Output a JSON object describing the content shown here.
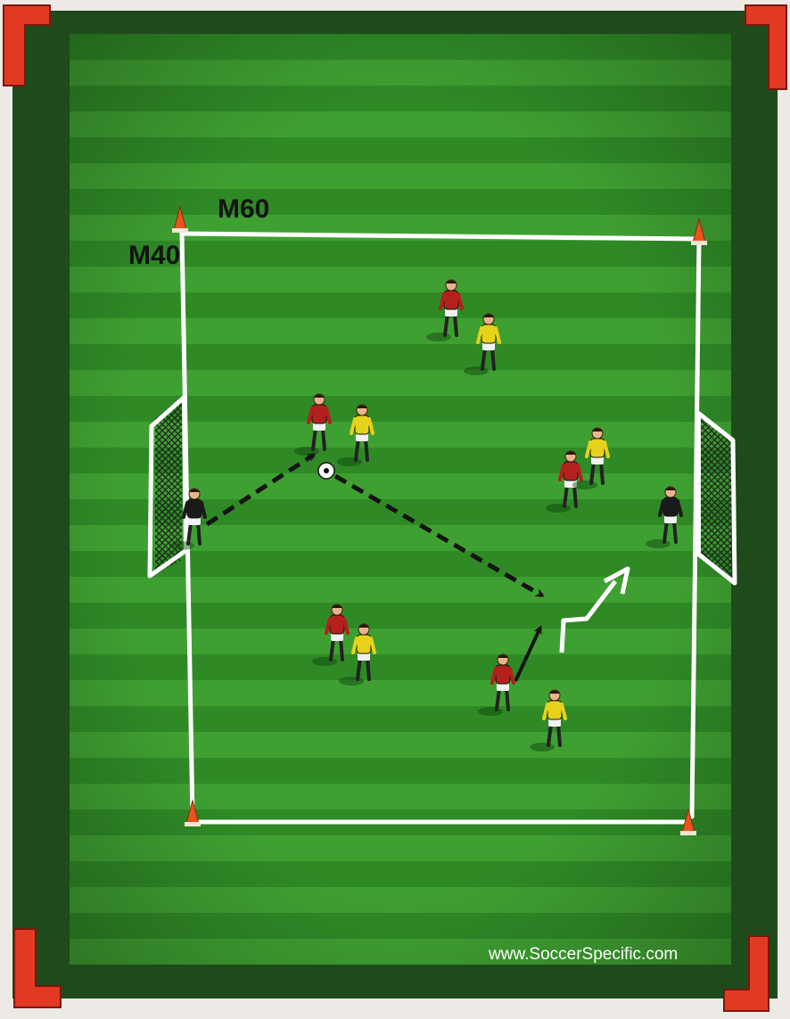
{
  "diagram": {
    "dimension_labels": {
      "length": "M60",
      "width": "M40"
    },
    "credit": "www.SoccerSpecific.com",
    "colors": {
      "frame": "#1e4a1c",
      "pitch_dark": "#2f8a26",
      "pitch_light": "#3fa032",
      "lines": "#ffffff",
      "cone": "#e9541e",
      "corner_bracket": "#e23a22",
      "red_team": "#b4201e",
      "yellow_team": "#e6d21a",
      "goalkeeper": "#1a1a1a",
      "shorts": "#f2f2f2",
      "arrow": "#141414"
    },
    "teams": [
      {
        "id": "red",
        "kit": "red-shirt"
      },
      {
        "id": "yellow",
        "kit": "yellow-shirt"
      },
      {
        "id": "goalkeepers",
        "kit": "black-shirt"
      }
    ],
    "icons": [
      "cone-icon",
      "goal-icon",
      "ball-icon",
      "player-icon",
      "pass-arrow-icon",
      "run-arrow-icon",
      "dribble-arrow-icon"
    ]
  }
}
